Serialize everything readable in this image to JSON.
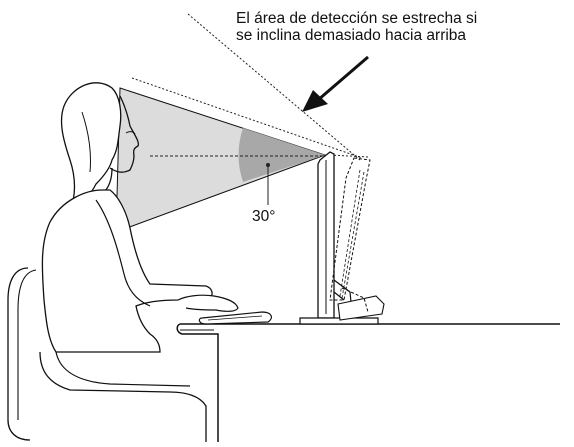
{
  "annotation": {
    "line1": "El área de detección se estrecha si",
    "line2": "se inclina demasiado hacia arriba"
  },
  "angle_label": "30°",
  "colors": {
    "line": "#111111",
    "sensor_cone": "#d9d9d9",
    "angle_wedge": "#a6a6a6",
    "background": "#ffffff"
  },
  "icons": [
    "person-seated",
    "chair",
    "desk",
    "monitor",
    "keyboard",
    "mouse",
    "arrow"
  ]
}
